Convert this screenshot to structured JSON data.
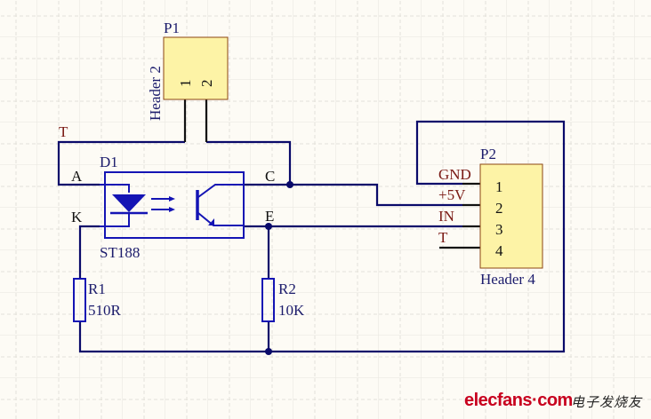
{
  "schematic": {
    "P1": {
      "designator": "P1",
      "comment": "Header 2",
      "pins": [
        "1",
        "2"
      ]
    },
    "P2": {
      "designator": "P2",
      "comment": "Header 4",
      "pins": [
        "1",
        "2",
        "3",
        "4"
      ],
      "net_labels": [
        "GND",
        "+5V",
        "IN",
        "T"
      ]
    },
    "D1": {
      "designator": "D1",
      "comment": "ST188",
      "pin_labels": {
        "A": "A",
        "K": "K",
        "C": "C",
        "E": "E"
      }
    },
    "R1": {
      "designator": "R1",
      "value": "510R"
    },
    "R2": {
      "designator": "R2",
      "value": "10K"
    },
    "net_T": "T"
  },
  "colors": {
    "wire": "#0a0a6a",
    "component": "#1414b4",
    "header_fill": "#fdf3a6",
    "header_border": "#8b4513",
    "net_label": "#7a1a14",
    "background": "#fdfbf5"
  },
  "watermark": {
    "site": "elecfans·com",
    "chinese": "电子发烧友"
  }
}
